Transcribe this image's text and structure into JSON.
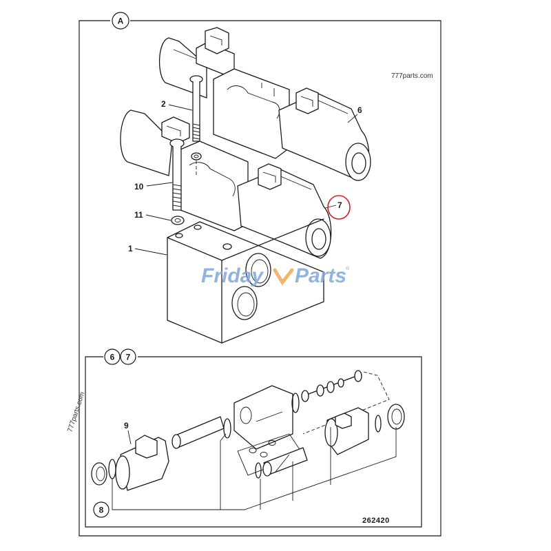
{
  "diagram": {
    "main_view_label": "A",
    "detail_view_labels": [
      "6",
      "7"
    ],
    "seal_kit_label": "8",
    "reference_number": "262420",
    "highlighted_callout": "7",
    "highlight_color": "#d21f1f"
  },
  "callouts": {
    "c1": "1",
    "c2": "2",
    "c6": "6",
    "c7": "7",
    "c9": "9",
    "c10": "10",
    "c11": "11"
  },
  "watermarks": {
    "site_top_right": "777parts.com",
    "site_left_rotated": "777parts.com",
    "brand_left": "Friday",
    "brand_right": "Parts",
    "brand_mark": "®",
    "brand_color": "#7ea6d8",
    "brand_accent_color": "#f2b56b"
  }
}
